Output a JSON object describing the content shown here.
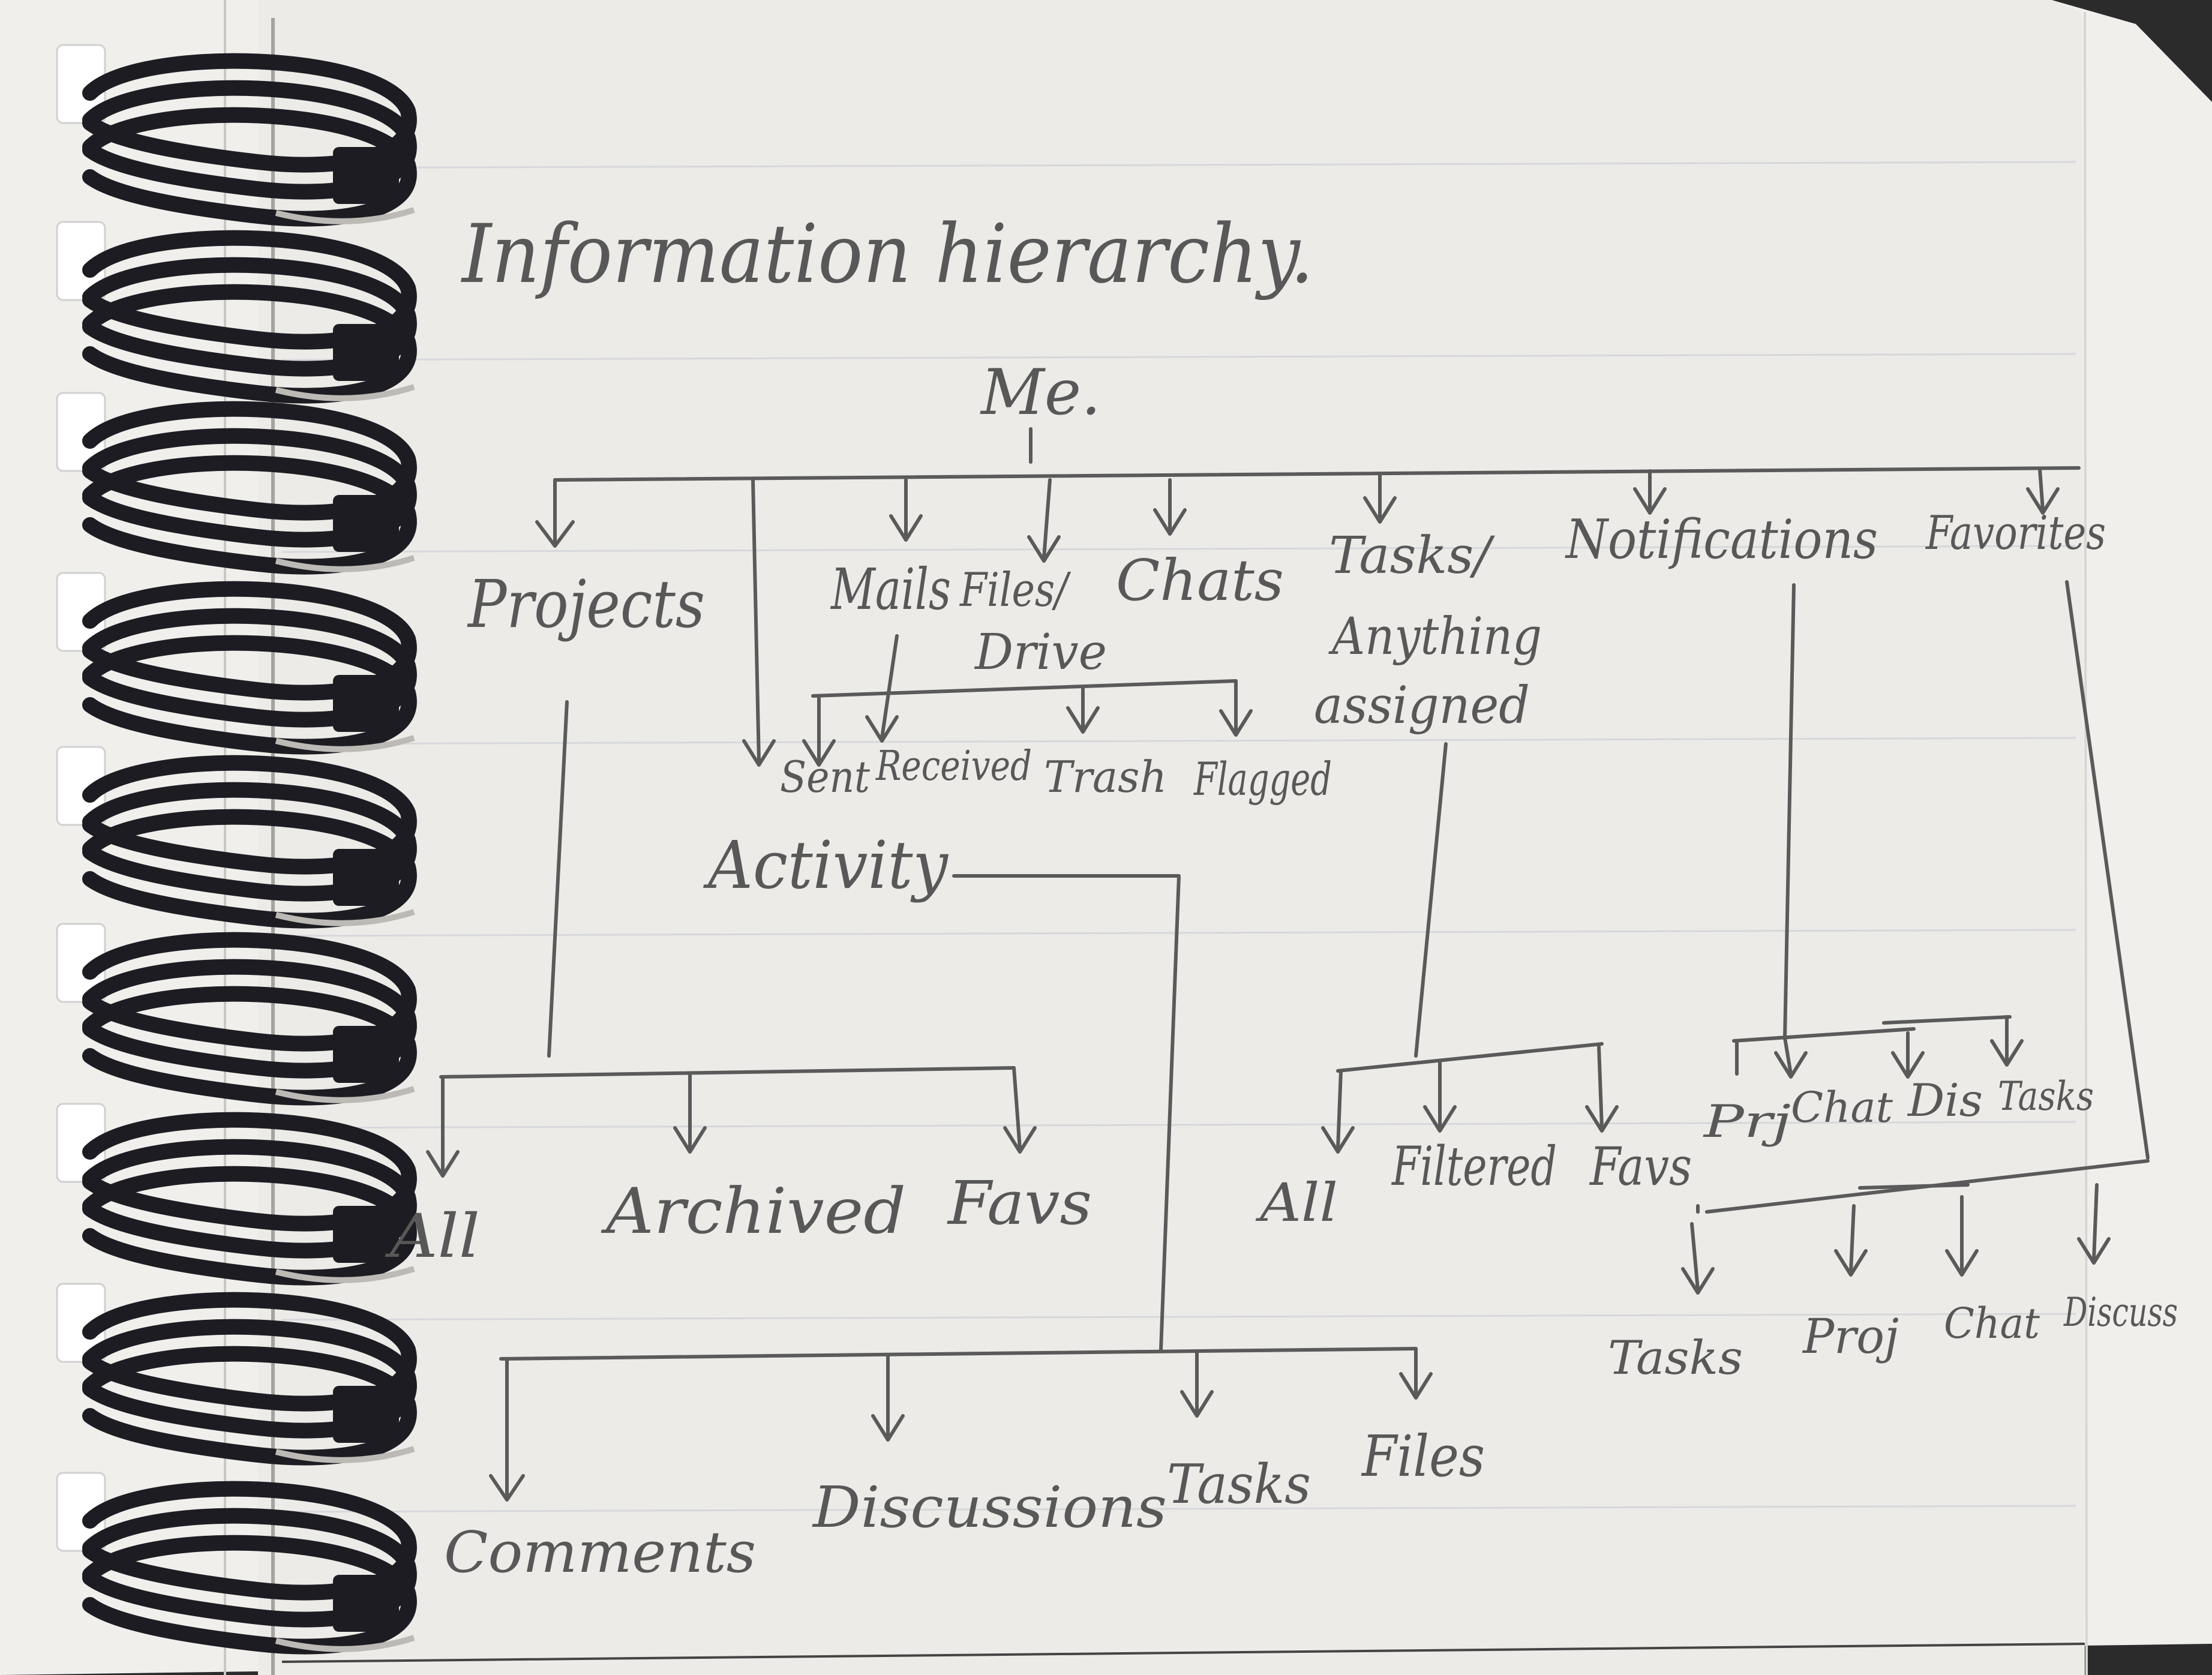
{
  "title": "Information hierarchy.",
  "root": "Me.",
  "level1": {
    "projects": "Projects",
    "mails": "Mails",
    "files": "Files/",
    "drive": "Drive",
    "chats": "Chats",
    "tasks": "Tasks/ Anything assigned",
    "notifications": "Notifications",
    "favorites": "Favorites"
  },
  "mail_folders": [
    "Sent",
    "Received",
    "Trash",
    "Flagged"
  ],
  "activity": "Activity",
  "activity_children": [
    "Comments",
    "Discussions",
    "Tasks",
    "Files"
  ],
  "project_children": [
    "All",
    "Archived",
    "Favs"
  ],
  "task_children": [
    "All",
    "Filtered",
    "Favs"
  ],
  "notification_children": [
    "Prj",
    "Chat",
    "Dis",
    "Tasks"
  ],
  "favorite_children": [
    "Tasks",
    "Proj",
    "Chat",
    "Discuss"
  ],
  "colors": {
    "paper": "#efedea",
    "pencil": "#5a5a5a",
    "coil": "#1c1c22",
    "backdrop": "#2b2b2b"
  }
}
